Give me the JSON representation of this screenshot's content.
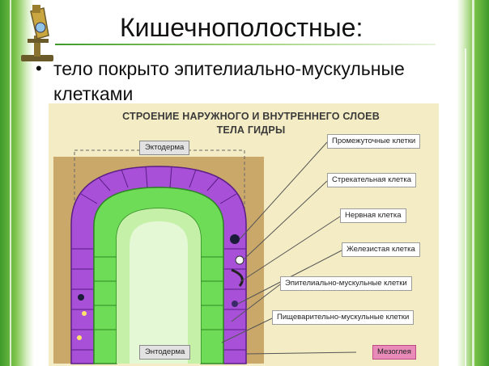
{
  "slide": {
    "title": "Кишечнополостные:",
    "bullet": "тело покрыто эпителиально-мускульные клетками"
  },
  "figure": {
    "heading_line1": "СТРОЕНИЕ НАРУЖНОГО И ВНУТРЕННЕГО СЛОЕВ",
    "heading_line2": "ТЕЛА ГИДРЫ",
    "layer_ectoderm": "Эктодерма",
    "layer_endoderm": "Энтодерма",
    "layer_mesoglea": "Мезоглея",
    "callouts": [
      "Промежуточные клетки",
      "Стрекательная клетка",
      "Нервная клетка",
      "Железистая клетка",
      "Эпителиально-мускульные клетки",
      "Пищеварительно-мускульные клетки"
    ]
  },
  "colors": {
    "frame_green": "#3f9a2a",
    "ectoderm": "#b566df",
    "endoderm": "#6fdc58",
    "mesoglea": "#e88bb8",
    "figure_bg": "#f4ecc4"
  },
  "icons": [
    "microscope-icon"
  ]
}
